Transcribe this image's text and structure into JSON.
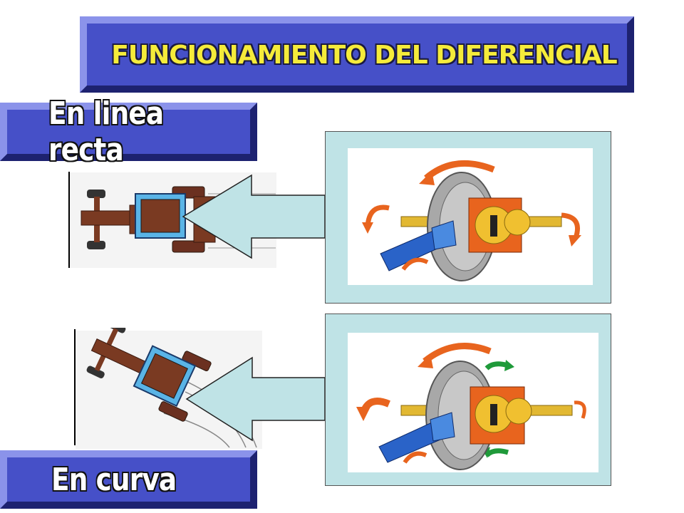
{
  "title": "FUNCIONAMIENTO DEL DIFERENCIAL",
  "sections": [
    {
      "label": "En linea recta"
    },
    {
      "label": "En curva"
    }
  ],
  "colors": {
    "banner_blue": "#4650c8",
    "title_yellow": "#f5eb3a",
    "panel_bg": "#bfe3e6",
    "arrow_fill": "#bfe3e6",
    "gear_orange": "#e8641e",
    "shaft_blue": "#2a63c8",
    "rotation_orange": "#e8641e",
    "rotation_green": "#1f9a3a",
    "tractor_brown": "#7a3a22",
    "differential_box_blue": "#5ab4e6"
  },
  "icons": [
    "differential-gear-illustration",
    "tractor-top-view",
    "pointer-arrow",
    "rotation-arrow"
  ]
}
